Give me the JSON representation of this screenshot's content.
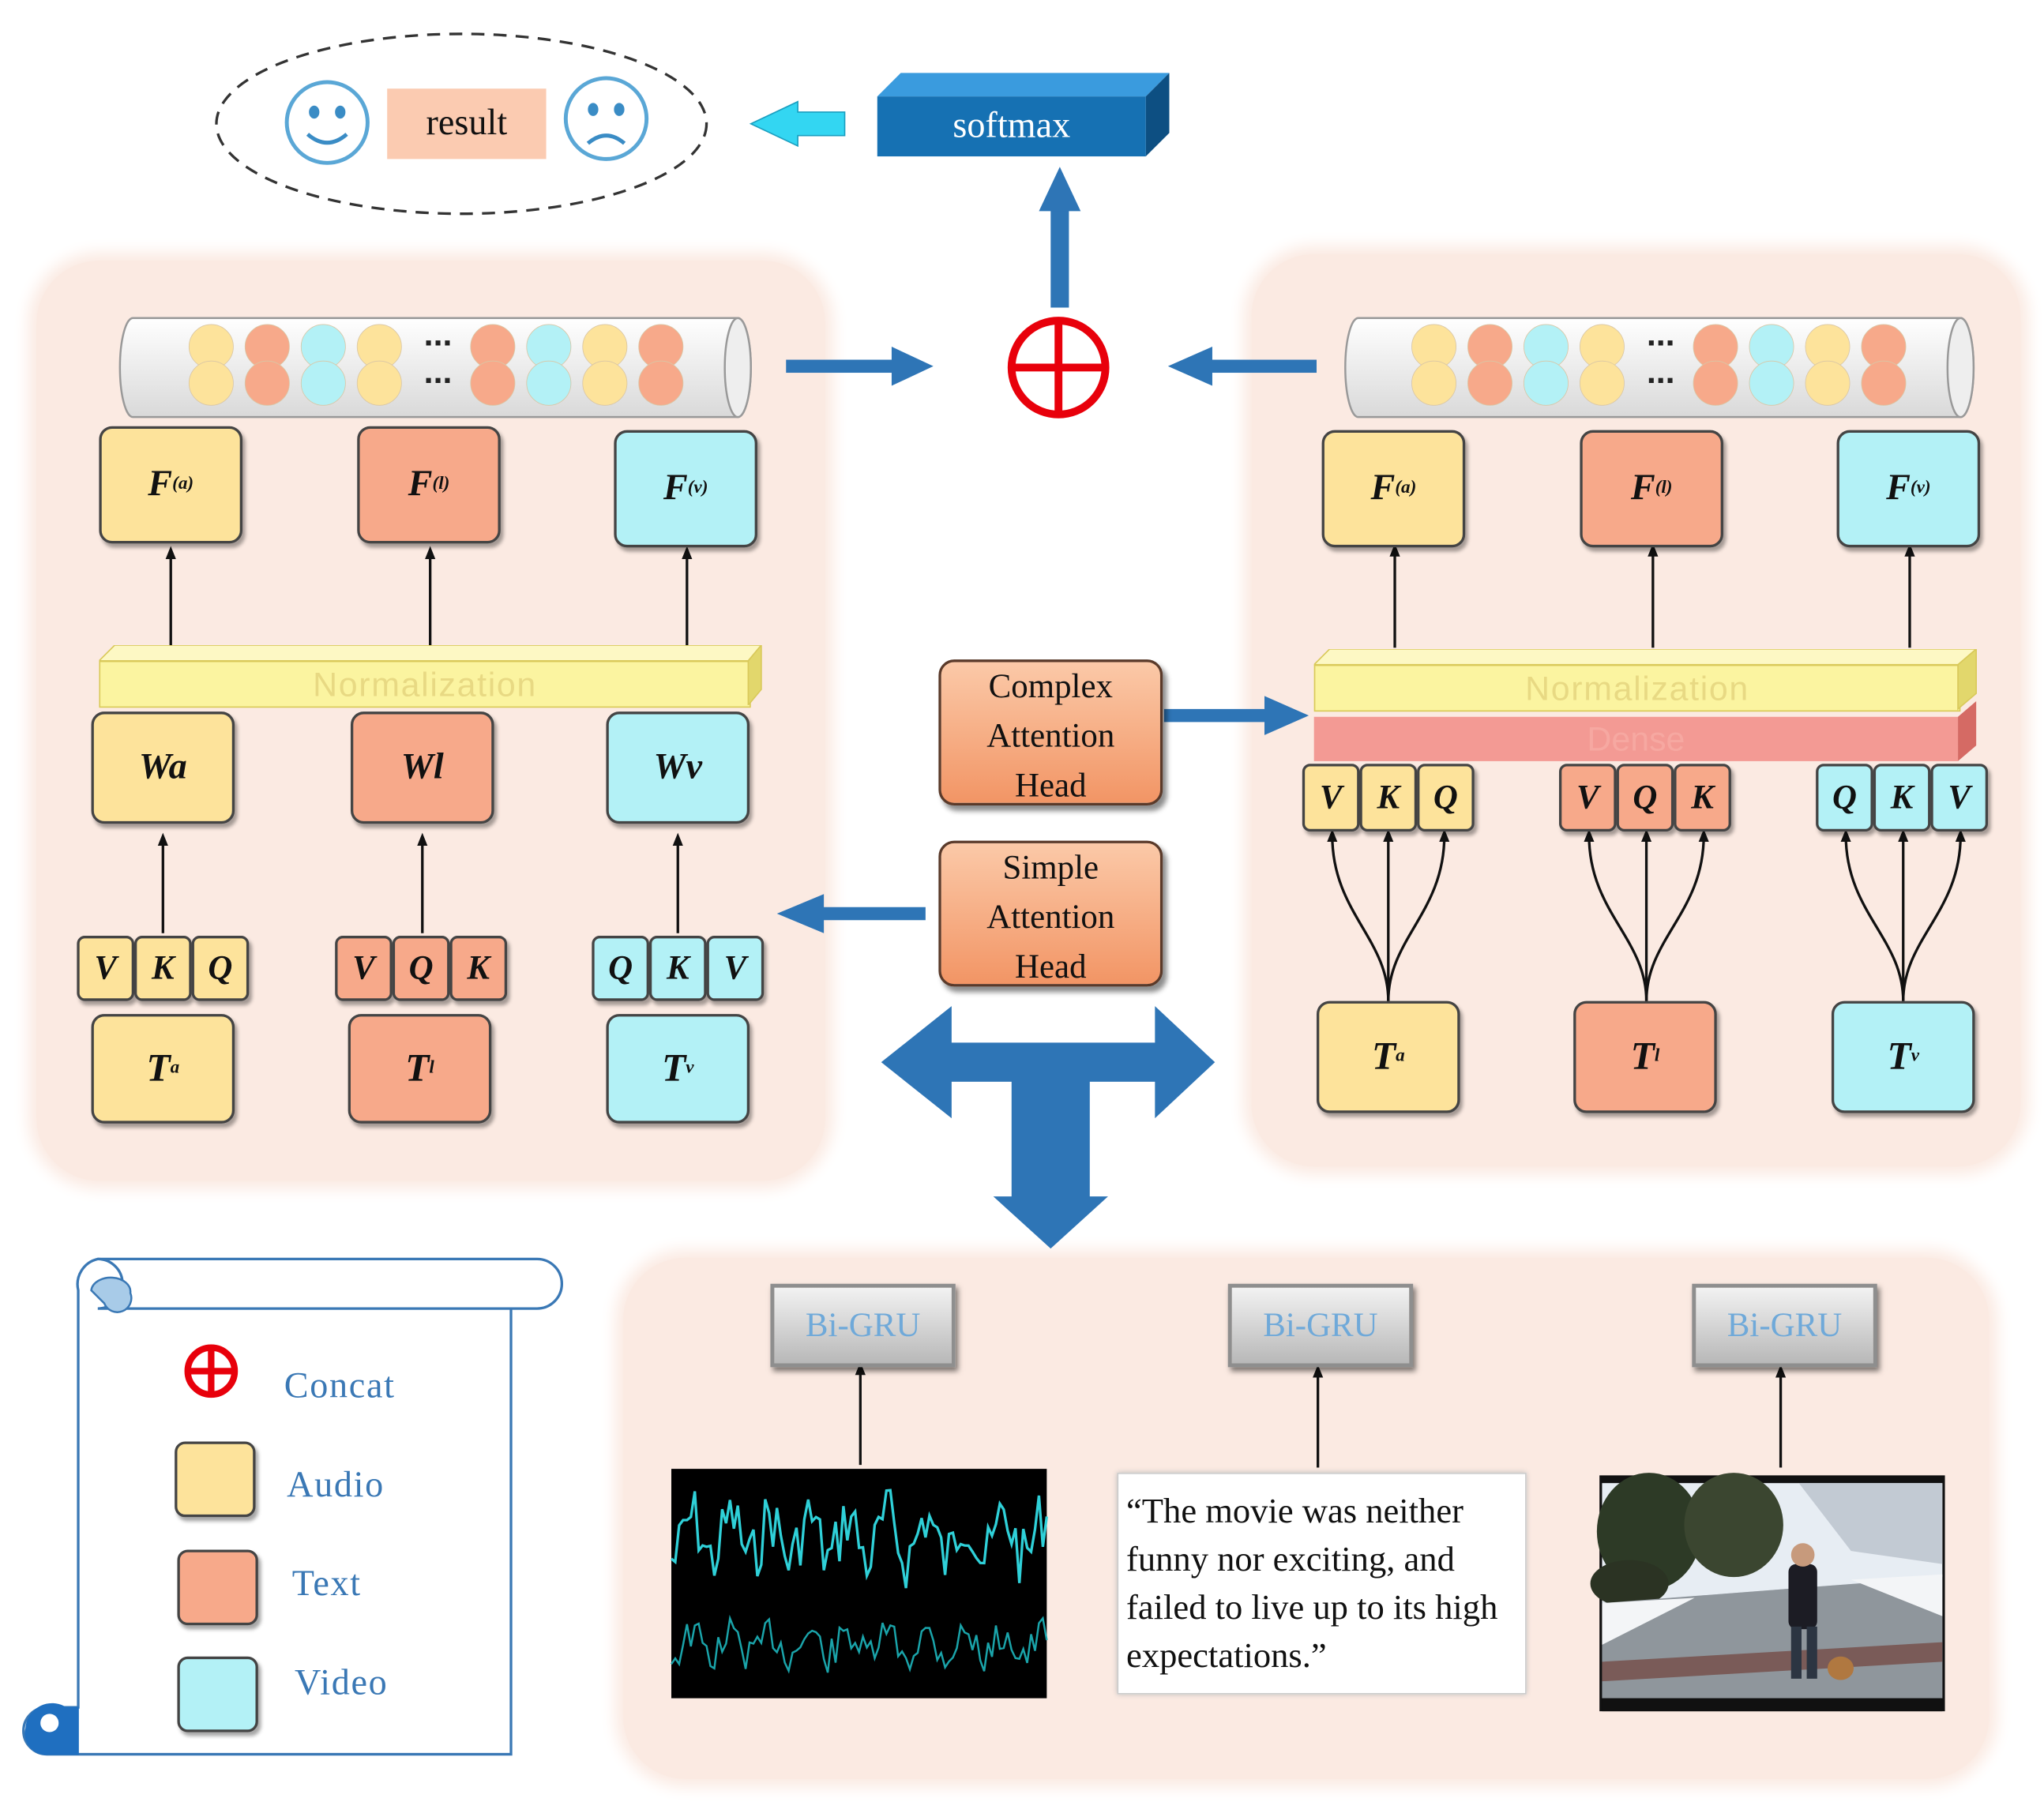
{
  "output": {
    "result_label": "result",
    "softmax_label": "softmax"
  },
  "left_panel": {
    "f_boxes": [
      {
        "base": "F",
        "sub": "(a)"
      },
      {
        "base": "F",
        "sub": "(l)"
      },
      {
        "base": "F",
        "sub": "(v)"
      }
    ],
    "normalization_label": "Normalization",
    "w_boxes": [
      "Wa",
      "Wl",
      "Wv"
    ],
    "kqv_groups": [
      [
        "V",
        "K",
        "Q"
      ],
      [
        "V",
        "Q",
        "K"
      ],
      [
        "Q",
        "K",
        "V"
      ]
    ],
    "t_boxes": [
      {
        "base": "T",
        "sup": "a"
      },
      {
        "base": "T",
        "sup": "l"
      },
      {
        "base": "T",
        "sup": "v"
      }
    ],
    "ellipsis": "..."
  },
  "right_panel": {
    "f_boxes": [
      {
        "base": "F",
        "sub": "(a)"
      },
      {
        "base": "F",
        "sub": "(l)"
      },
      {
        "base": "F",
        "sub": "(v)"
      }
    ],
    "normalization_label": "Normalization",
    "dense_label": "Dense",
    "kqv_groups": [
      [
        "V",
        "K",
        "Q"
      ],
      [
        "V",
        "Q",
        "K"
      ],
      [
        "Q",
        "K",
        "V"
      ]
    ],
    "t_boxes": [
      {
        "base": "T",
        "sup": "a"
      },
      {
        "base": "T",
        "sup": "l"
      },
      {
        "base": "T",
        "sup": "v"
      }
    ],
    "ellipsis": "..."
  },
  "heads": {
    "complex": [
      "Complex",
      "Attention",
      "Head"
    ],
    "simple": [
      "Simple",
      "Attention",
      "Head"
    ]
  },
  "encoders": {
    "bigru_labels": [
      "Bi-GRU",
      "Bi-GRU",
      "Bi-GRU"
    ],
    "quote_text": "“The movie was neither funny nor exciting, and failed to live up to its high expectations.”"
  },
  "legend": {
    "items": [
      {
        "label": "Concat",
        "kind": "concat",
        "color": "#e8000b"
      },
      {
        "label": "Audio",
        "kind": "swatch",
        "color": "#fde39b"
      },
      {
        "label": "Text",
        "kind": "swatch",
        "color": "#f7a98a"
      },
      {
        "label": "Video",
        "kind": "swatch",
        "color": "#b3f1f6"
      }
    ]
  },
  "colors": {
    "audio": "#fde39b",
    "text": "#f7a98a",
    "video": "#b3f1f6",
    "arrow_blue": "#2e75b6",
    "concat_red": "#e8000b",
    "panel_bg": "#fbeae2"
  }
}
